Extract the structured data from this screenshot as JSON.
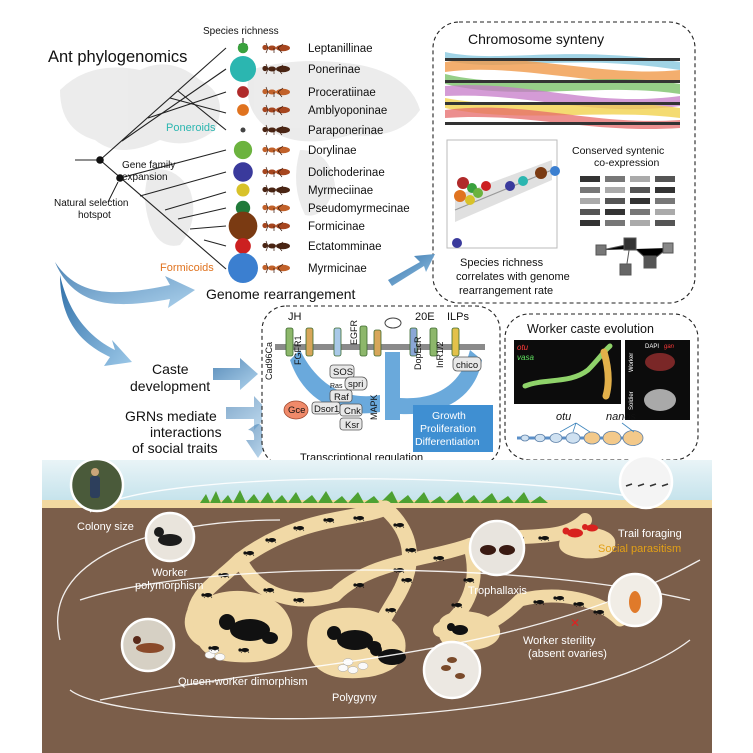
{
  "header": {
    "title": "Ant phylogenomics"
  },
  "richness_label": "Species richness",
  "tree": {
    "gene_family_label": [
      "Gene family",
      "expansion"
    ],
    "selection_label": [
      "Natural selection",
      "hotspot"
    ],
    "clade_poneroids": "Poneroids",
    "clade_formicoids": "Formicoids"
  },
  "subfamilies": [
    {
      "name": "Leptanillinae",
      "color": "#3aa13e",
      "richness": 0.25
    },
    {
      "name": "Ponerinae",
      "color": "#2bb6b0",
      "richness": 0.85
    },
    {
      "name": "Proceratiinae",
      "color": "#b02a2a",
      "richness": 0.3
    },
    {
      "name": "Amblyoponinae",
      "color": "#e0731f",
      "richness": 0.3
    },
    {
      "name": "Paraponerinae",
      "color": "#444444",
      "richness": 0.04
    },
    {
      "name": "Dorylinae",
      "color": "#6cb33f",
      "richness": 0.55
    },
    {
      "name": "Dolichoderinae",
      "color": "#3a3a9c",
      "richness": 0.6
    },
    {
      "name": "Myrmeciinae",
      "color": "#d8c22a",
      "richness": 0.35
    },
    {
      "name": "Pseudomyrmecinae",
      "color": "#207a3a",
      "richness": 0.4
    },
    {
      "name": "Formicinae",
      "color": "#7a3a12",
      "richness": 0.95
    },
    {
      "name": "Ectatomminae",
      "color": "#cc2020",
      "richness": 0.45
    },
    {
      "name": "Myrmicinae",
      "color": "#3b7fd0",
      "richness": 1.0
    }
  ],
  "synteny": {
    "title": "Chromosome synteny",
    "coexp_title": [
      "Conserved syntenic",
      "co-expression"
    ],
    "caption": [
      "Species richness",
      "correlates with genome",
      "rearrangement rate"
    ]
  },
  "flows": {
    "genome_rearrangement": "Genome rearrangement",
    "caste_development": [
      "Caste",
      "development"
    ],
    "grn": [
      "GRNs mediate",
      "interactions",
      "of social traits"
    ]
  },
  "pathway": {
    "labels": {
      "jh": "JH",
      "e20": "20E",
      "ilps": "ILPs",
      "cad96ca": "Cad96Ca",
      "fgfr1": "FGFR1",
      "egfr": "EGFR",
      "dopecr": "DopEcR",
      "inr": "InR1/2",
      "sos": "SOS",
      "spri": "spri",
      "ras": "Ras",
      "raf": "Raf",
      "dsor1": "Dsor1",
      "cnk": "Cnk",
      "ksr": "Ksr",
      "mapk": "MAPK",
      "gce": "Gce",
      "chico": "chico"
    },
    "outcome": [
      "Growth",
      "Proliferation",
      "Differentiation"
    ],
    "footer": "Transcriptional regulation"
  },
  "worker_caste": {
    "title": "Worker caste evolution",
    "otu_label": "otu",
    "vasa_label": "vasa",
    "dapi_label": "DAPI",
    "gene_label": "gan",
    "worker_label": "Worker",
    "soldier_label": "Soldier",
    "gene_otu": "otu",
    "gene_nanos": "nanos"
  },
  "traits": {
    "colony_size": "Colony size",
    "worker_poly": [
      "Worker",
      "polymorphism"
    ],
    "queen_worker": "Queen-worker dimorphism",
    "polygyny": "Polygyny",
    "trophallaxis": "Trophallaxis",
    "worker_sterility": [
      "Worker sterility",
      "(absent ovaries)"
    ],
    "trail_foraging": "Trail foraging",
    "social_parasitism": "Social parasitism"
  },
  "colors": {
    "soil": "#7b5e4a",
    "tunnel": "#f1d9a6",
    "sky": "#cfe7ee",
    "arrow": "#3f86bd",
    "outcome_box": "#3f8fd2",
    "parasitism": "#e2a017",
    "poneroids": "#2bb6b0",
    "formicoids": "#e0731f"
  }
}
